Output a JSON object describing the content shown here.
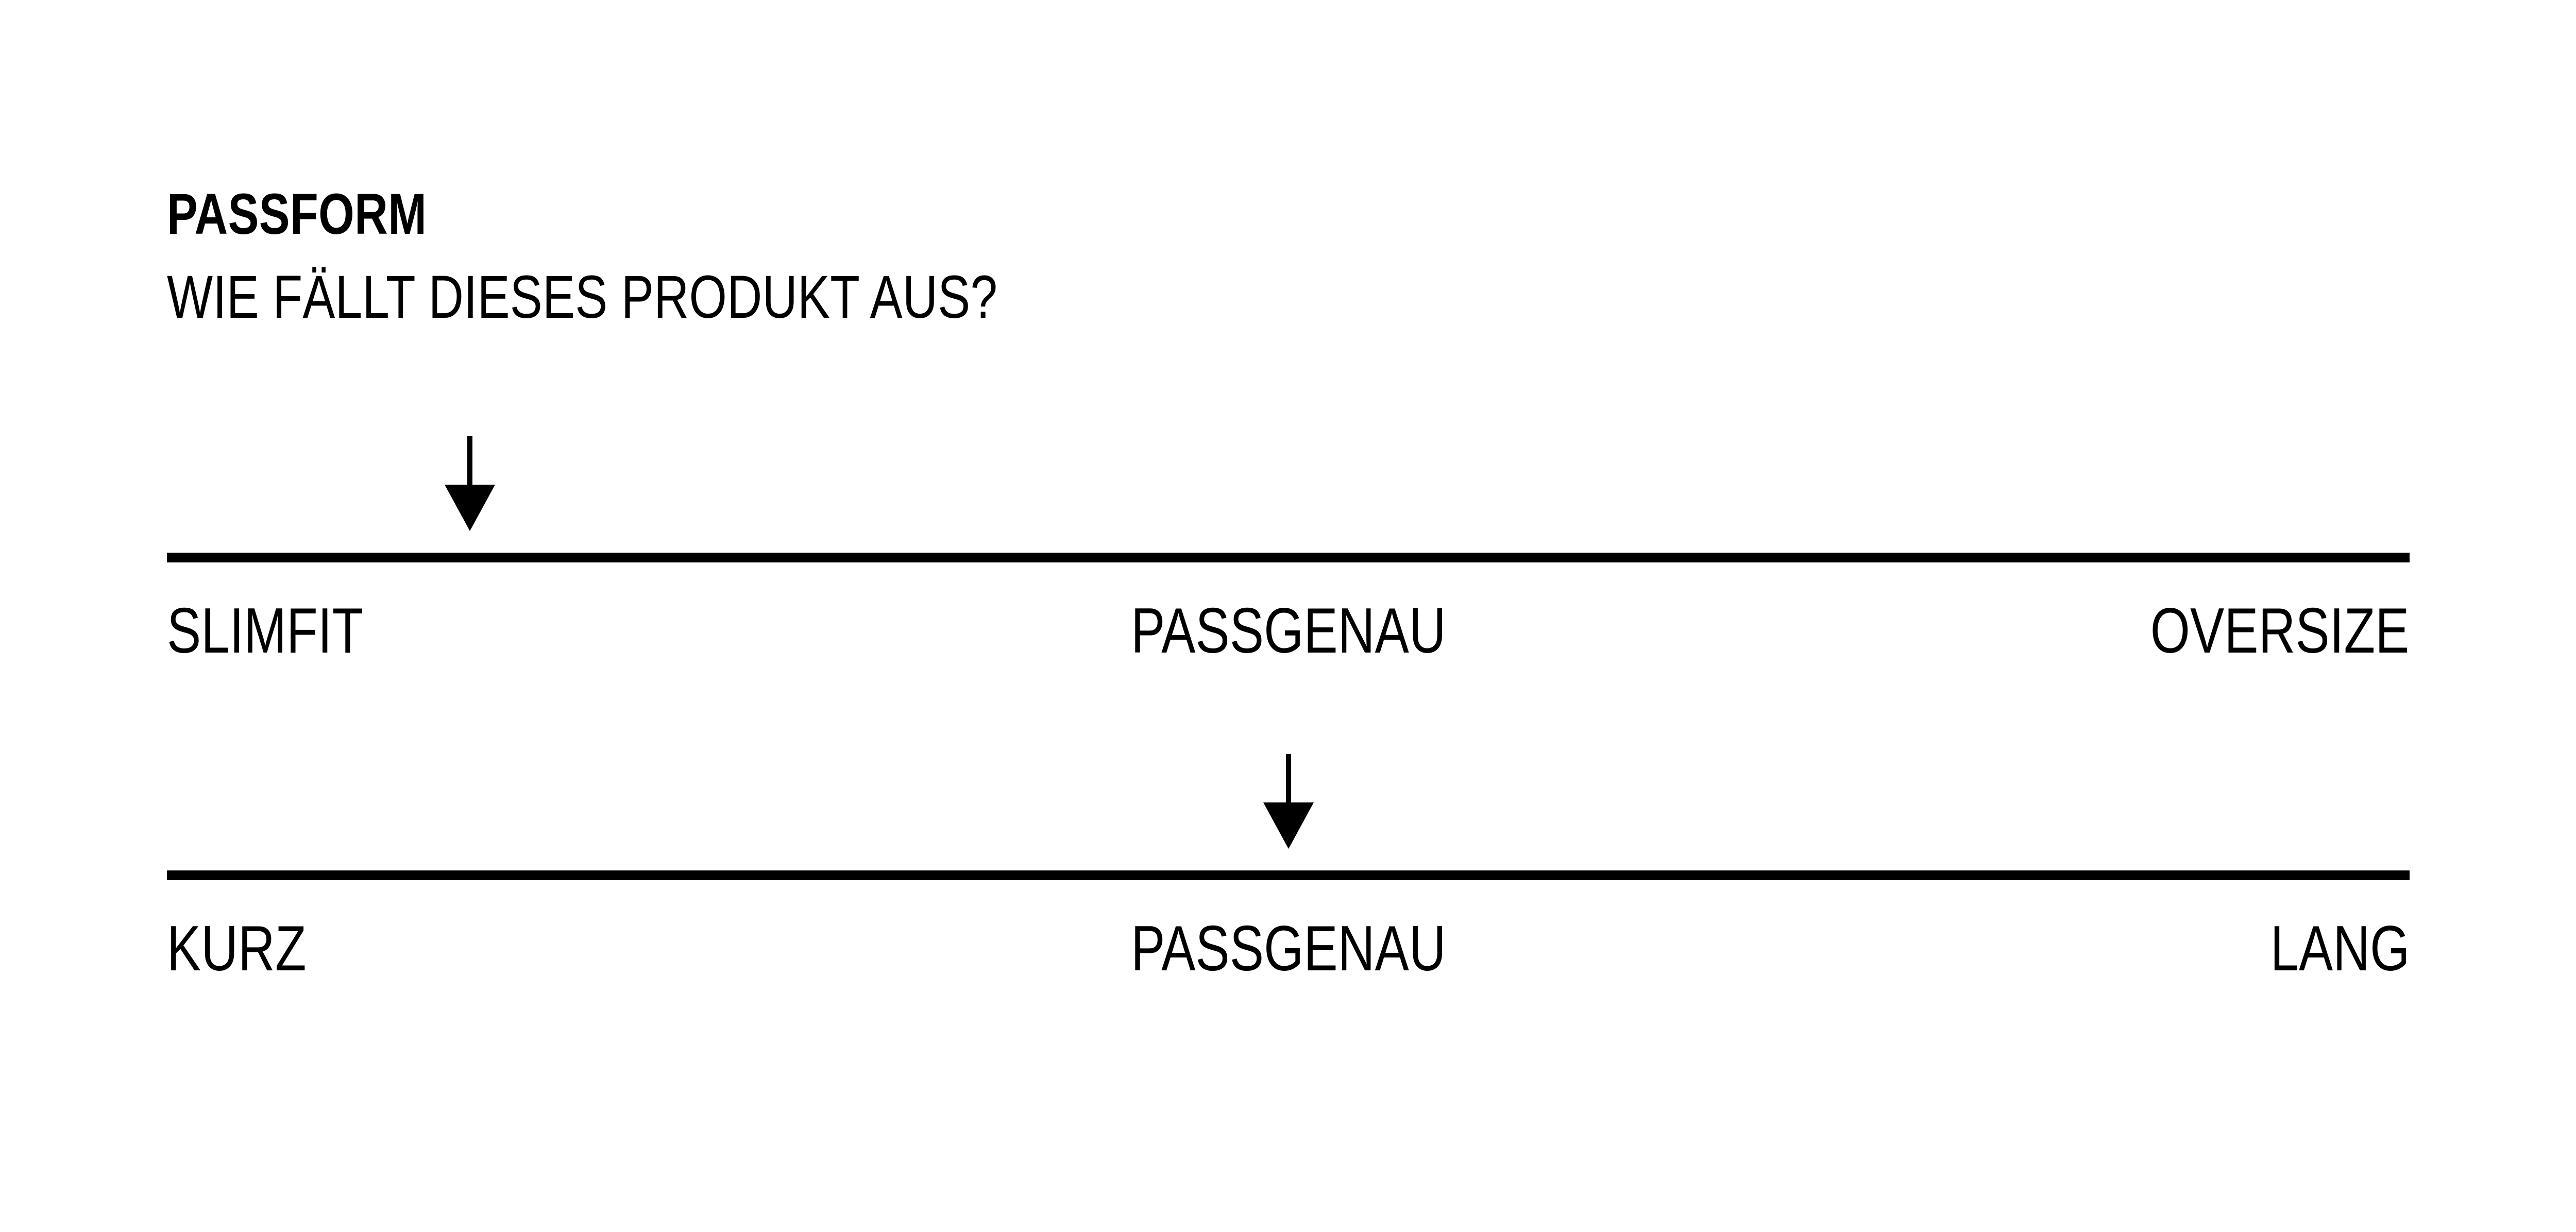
{
  "page": {
    "background_color": "#ffffff",
    "ink_color": "#000000"
  },
  "heading": {
    "title": "PASSFORM",
    "subtitle": "WIE FÄLLT DIESES PRODUKT AUS?"
  },
  "scales": [
    {
      "name": "fit-width",
      "indicator_icon": "down-arrow-icon",
      "indicator_position_percent": 13.5,
      "labels": {
        "start": "SLIMFIT",
        "middle": "PASSGENAU",
        "end": "OVERSIZE"
      }
    },
    {
      "name": "fit-length",
      "indicator_icon": "down-arrow-icon",
      "indicator_position_percent": 50,
      "labels": {
        "start": "KURZ",
        "middle": "PASSGENAU",
        "end": "LANG"
      }
    }
  ]
}
